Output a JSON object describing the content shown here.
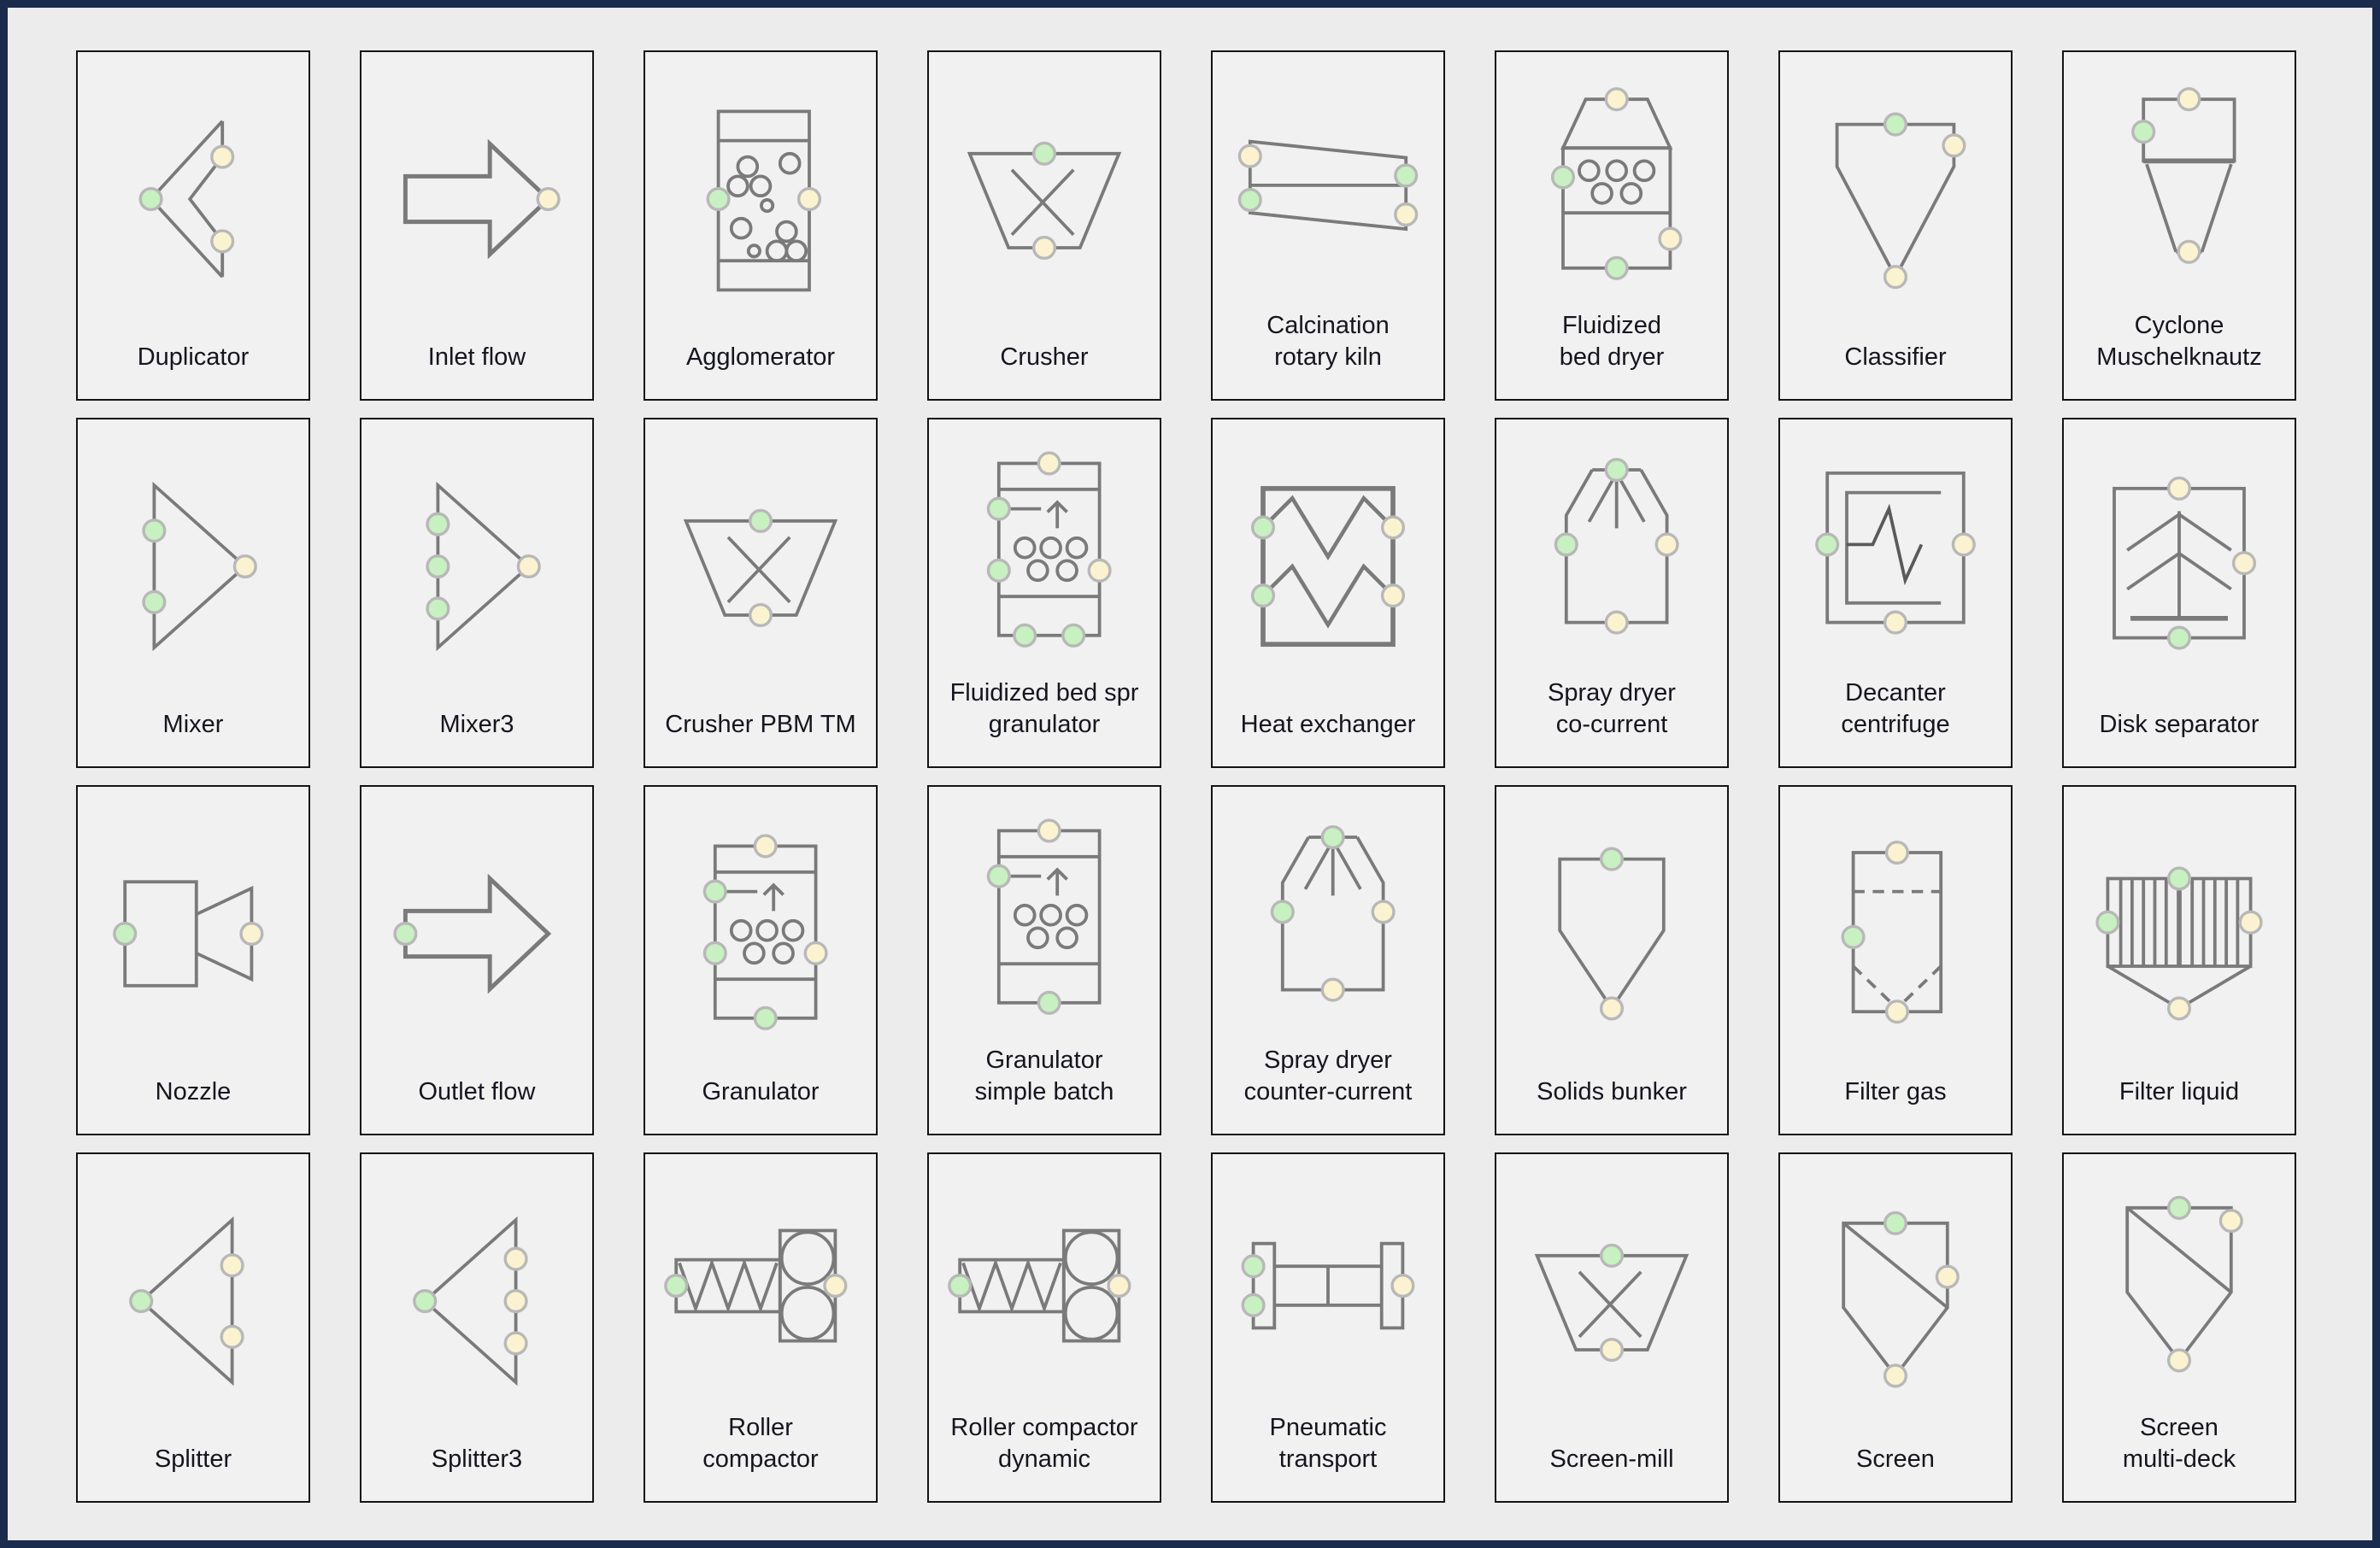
{
  "palette": {
    "colors": {
      "page_bg": "#ececec",
      "frame_border": "#1b2b4d",
      "cell_bg": "#f1f1f1",
      "cell_border": "#141414",
      "line": "#7a7a7a",
      "line_dark": "#5a5a5a",
      "port_in": "#c7f1c0",
      "port_out": "#fbf3cf",
      "port_stroke": "#b8b8b8",
      "label_text": "#15151f"
    },
    "items": [
      {
        "id": "duplicator",
        "label": "Duplicator",
        "icon": "duplicator"
      },
      {
        "id": "inlet-flow",
        "label": "Inlet flow",
        "icon": "inlet_flow"
      },
      {
        "id": "agglomerator",
        "label": "Agglomerator",
        "icon": "agglomerator"
      },
      {
        "id": "crusher",
        "label": "Crusher",
        "icon": "crusher"
      },
      {
        "id": "calcination-rotary-kiln",
        "label": "Calcination\nrotary kiln",
        "icon": "calcination_rotary_kiln"
      },
      {
        "id": "fluidized-bed-dryer",
        "label": "Fluidized\nbed dryer",
        "icon": "fluidized_bed_dryer"
      },
      {
        "id": "classifier",
        "label": "Classifier",
        "icon": "classifier"
      },
      {
        "id": "cyclone-muschelknautz",
        "label": "Cyclone\nMuschelknautz",
        "icon": "cyclone_muschelknautz"
      },
      {
        "id": "mixer",
        "label": "Mixer",
        "icon": "mixer"
      },
      {
        "id": "mixer3",
        "label": "Mixer3",
        "icon": "mixer3"
      },
      {
        "id": "crusher-pbm-tm",
        "label": "Crusher PBM TM",
        "icon": "crusher"
      },
      {
        "id": "fluidized-bed-spray-granulator",
        "label": "Fluidized bed spr\ngranulator",
        "icon": "fluidized_bed_spray_granulator"
      },
      {
        "id": "heat-exchanger",
        "label": "Heat exchanger",
        "icon": "heat_exchanger"
      },
      {
        "id": "spray-dryer-co-current",
        "label": "Spray dryer\nco-current",
        "icon": "spray_dryer"
      },
      {
        "id": "decanter-centrifuge",
        "label": "Decanter\ncentrifuge",
        "icon": "decanter_centrifuge"
      },
      {
        "id": "disk-separator",
        "label": "Disk separator",
        "icon": "disk_separator"
      },
      {
        "id": "nozzle",
        "label": "Nozzle",
        "icon": "nozzle"
      },
      {
        "id": "outlet-flow",
        "label": "Outlet flow",
        "icon": "outlet_flow"
      },
      {
        "id": "granulator",
        "label": "Granulator",
        "icon": "granulator"
      },
      {
        "id": "granulator-simple-batch",
        "label": "Granulator\nsimple batch",
        "icon": "granulator_simple_batch"
      },
      {
        "id": "spray-dryer-counter-current",
        "label": "Spray dryer\ncounter-current",
        "icon": "spray_dryer"
      },
      {
        "id": "solids-bunker",
        "label": "Solids bunker",
        "icon": "solids_bunker"
      },
      {
        "id": "filter-gas",
        "label": "Filter gas",
        "icon": "filter_gas"
      },
      {
        "id": "filter-liquid",
        "label": "Filter liquid",
        "icon": "filter_liquid"
      },
      {
        "id": "splitter",
        "label": "Splitter",
        "icon": "splitter"
      },
      {
        "id": "splitter3",
        "label": "Splitter3",
        "icon": "splitter3"
      },
      {
        "id": "roller-compactor",
        "label": "Roller\ncompactor",
        "icon": "roller_compactor"
      },
      {
        "id": "roller-compactor-dynamic",
        "label": "Roller compactor\ndynamic",
        "icon": "roller_compactor"
      },
      {
        "id": "pneumatic-transport",
        "label": "Pneumatic\ntransport",
        "icon": "pneumatic_transport"
      },
      {
        "id": "screen-mill",
        "label": "Screen-mill",
        "icon": "crusher"
      },
      {
        "id": "screen",
        "label": "Screen",
        "icon": "screen"
      },
      {
        "id": "screen-multi-deck",
        "label": "Screen\nmulti-deck",
        "icon": "screen_multi_deck"
      }
    ]
  }
}
